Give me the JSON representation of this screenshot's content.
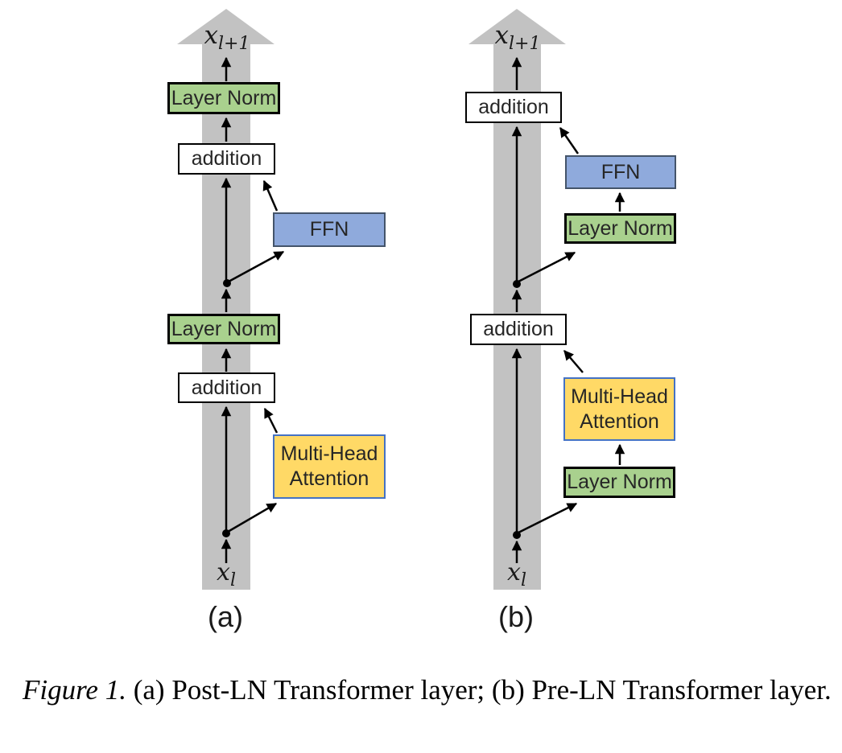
{
  "colors": {
    "band-gray": "#c2c2c2",
    "green-fill": "#a9d18e",
    "blue-fill": "#8faadc",
    "blue-border": "#44546a",
    "yellow-fill": "#ffd966",
    "yellow-border": "#4472c4",
    "box-border": "#000000"
  },
  "panel_a": {
    "label": "(a)",
    "architecture": "Post-LN Transformer layer",
    "output_var": "x",
    "output_sub": "l+1",
    "input_var": "x",
    "input_sub": "l",
    "layer_norm_top": "Layer Norm",
    "addition_top": "addition",
    "ffn": "FFN",
    "layer_norm_mid": "Layer Norm",
    "addition_bottom": "addition",
    "mha_line1": "Multi-Head",
    "mha_line2": "Attention"
  },
  "panel_b": {
    "label": "(b)",
    "architecture": "Pre-LN Transformer layer",
    "output_var": "x",
    "output_sub": "l+1",
    "input_var": "x",
    "input_sub": "l",
    "addition_top": "addition",
    "ffn": "FFN",
    "layer_norm_upper": "Layer Norm",
    "addition_lower": "addition",
    "mha_line1": "Multi-Head",
    "mha_line2": "Attention",
    "layer_norm_lower": "Layer Norm"
  },
  "caption": {
    "prefix": "Figure 1.",
    "rest": " (a) Post-LN Transformer layer; (b) Pre-LN Transformer layer."
  }
}
